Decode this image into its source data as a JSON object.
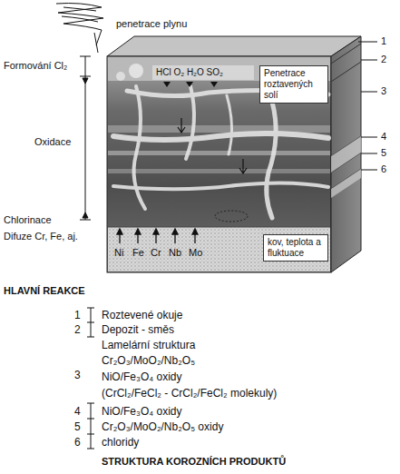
{
  "diagram": {
    "nodes": [
      {
        "text": [
          "HCl O₂ H₂O SO₂"
        ]
      },
      {
        "text": [
          "Penetrace roztavených solí"
        ]
      },
      {
        "text": [
          "kov, teplota a fluktuace"
        ]
      }
    ],
    "labels": [
      "penetrace plynu",
      "Formování Cl₂",
      "Oxidace",
      "Chlorinace",
      "Difuze Cr, Fe, aj.",
      "1",
      "2",
      "3",
      "4",
      "5",
      "6",
      "Ni",
      "Fe",
      "Cr",
      "Nb",
      "Mo",
      "HLAVNÍ REAKCE",
      "1",
      "Roztevené okuje",
      "2",
      "Depozit - směs",
      "Lamelární struktura",
      "3",
      "Cr₂O₃/MoO₂/Nb₂O₅",
      "NiO/Fe₃O₄ oxidy",
      "(CrCl₂/FeCl₂ - CrCl₂/FeCl₂ molekuly)",
      "4",
      "NiO/Fe₃O₄ oxidy",
      "5",
      "Cr₂O₃/MoO₂/Nb₂O₅ oxidy",
      "6",
      "chloridy",
      "STRUKTURA KOROZNÍCH PRODUKTŮ"
    ]
  }
}
